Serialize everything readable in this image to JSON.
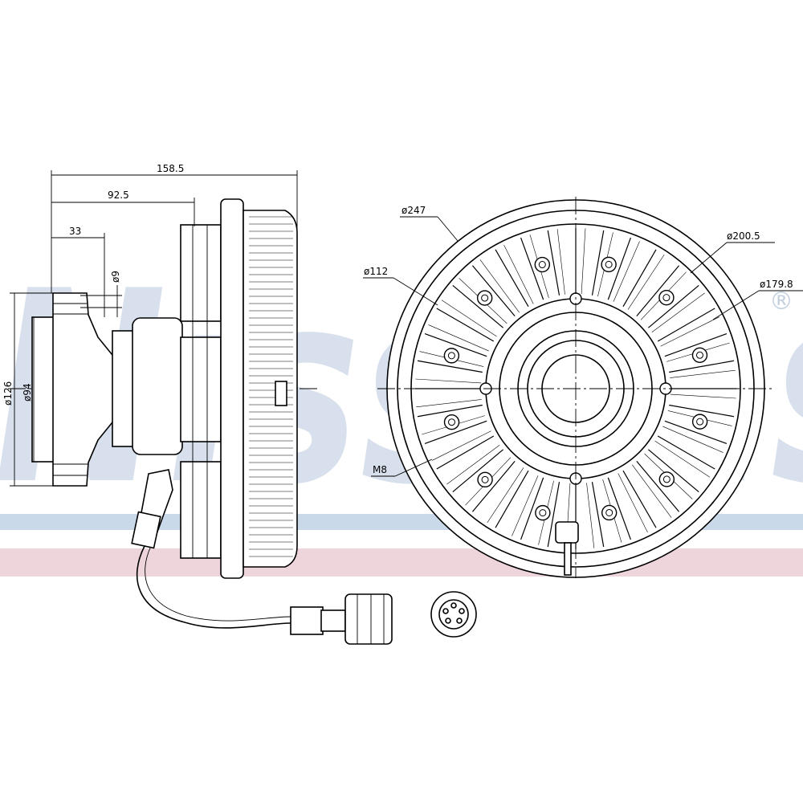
{
  "brand": {
    "watermark": "Nissens",
    "registered_mark": "®",
    "stripe_colors": {
      "blue": "#c9d9ea",
      "red": "#eed5db",
      "watermark": "#d7e0ec"
    }
  },
  "side_view": {
    "dim_total_length": "158.5",
    "dim_mid_length": "92.5",
    "dim_hub_length": "33",
    "dim_bolt_dia": "ø9",
    "dim_outer_flange_dia": "ø126",
    "dim_inner_flange_dia": "ø94"
  },
  "front_view": {
    "dim_outer_dia": "ø247",
    "dim_ring_dia": "ø200.5",
    "dim_bolt_circle_dia": "ø179.8",
    "dim_hub_dia": "ø112",
    "thread_label": "M8"
  }
}
